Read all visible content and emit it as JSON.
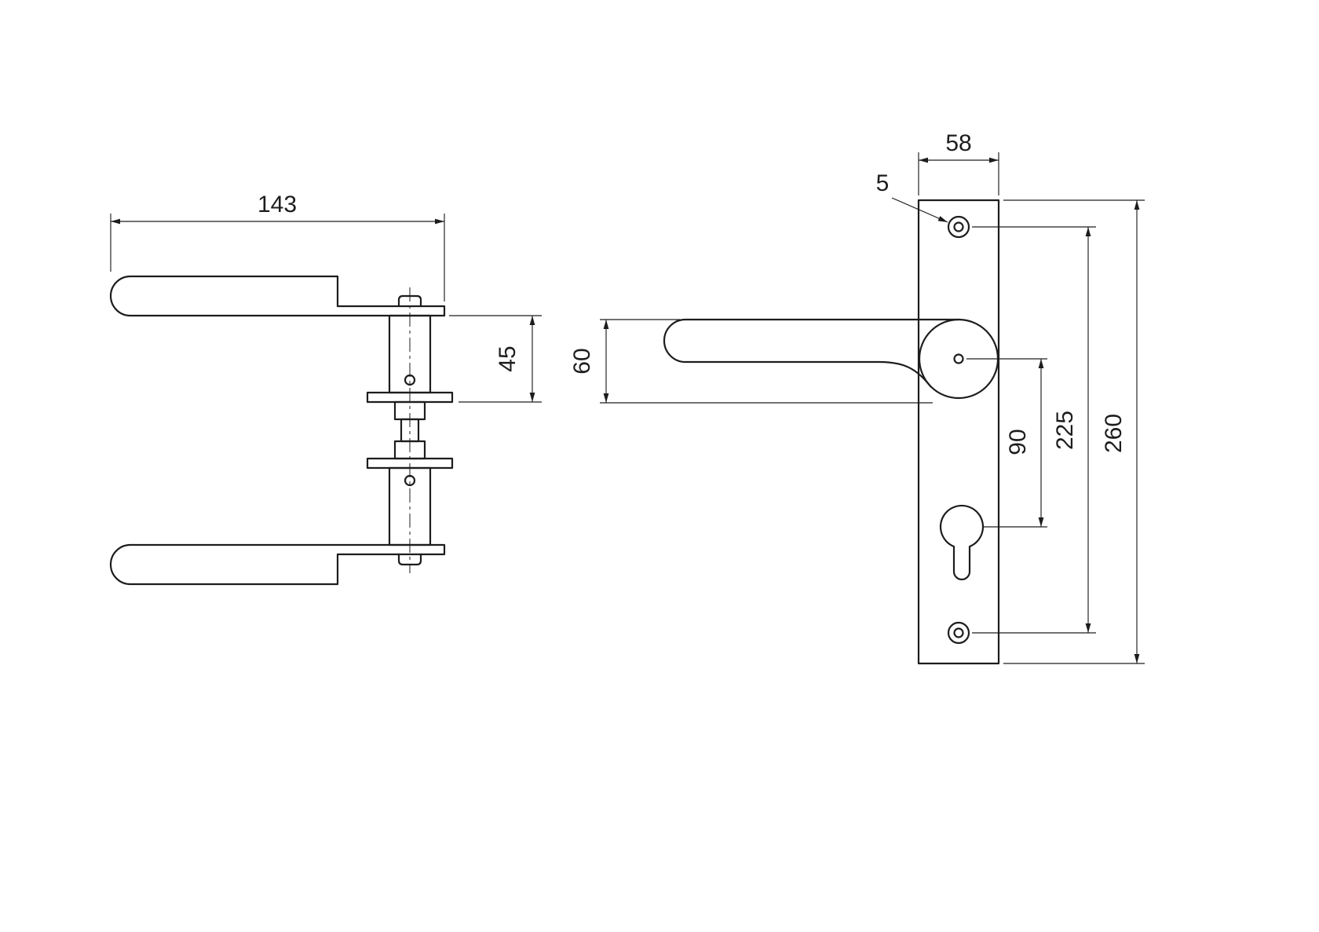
{
  "drawing": {
    "background": "#ffffff",
    "line_color": "#1d1d1d"
  },
  "dimensions": {
    "lever_length": "143",
    "hub_height": "45",
    "plate_width": "58",
    "screw_hole_diameter": "5",
    "lever_height": "60",
    "handle_to_cylinder": "90",
    "screw_spacing": "225",
    "plate_height": "260"
  }
}
